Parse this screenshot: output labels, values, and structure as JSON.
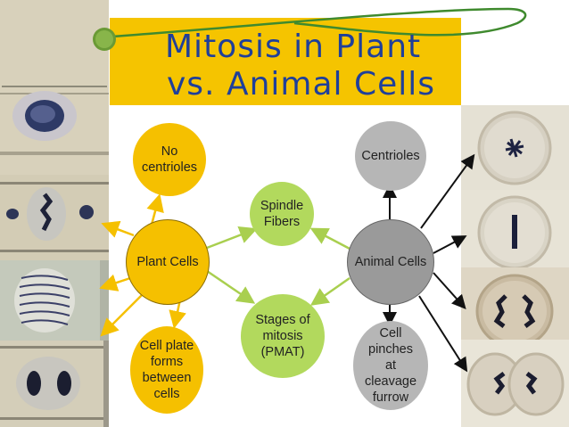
{
  "title": {
    "line1": "Mitosis in Plant",
    "line2": "vs. Animal Cells"
  },
  "nodes": {
    "no_centrioles": "No centrioles",
    "plant_cells": "Plant Cells",
    "cell_plate": "Cell plate forms between cells",
    "spindle_fibers": "Spindle Fibers",
    "stages": "Stages of mitosis (PMAT)",
    "centrioles": "Centrioles",
    "animal_cells": "Animal Cells",
    "cell_pinches": "Cell pinches at cleavage furrow"
  },
  "colors": {
    "title_bg": "#f5c400",
    "title_text": "#1f3f9a",
    "plant_nodes": "#f5c000",
    "animal_nodes": "#b6b6b6",
    "shared_nodes": "#b2d95d",
    "plant_arrows": "#f5c000",
    "shared_arrows": "#a9cf4f",
    "animal_arrows": "#111111"
  }
}
